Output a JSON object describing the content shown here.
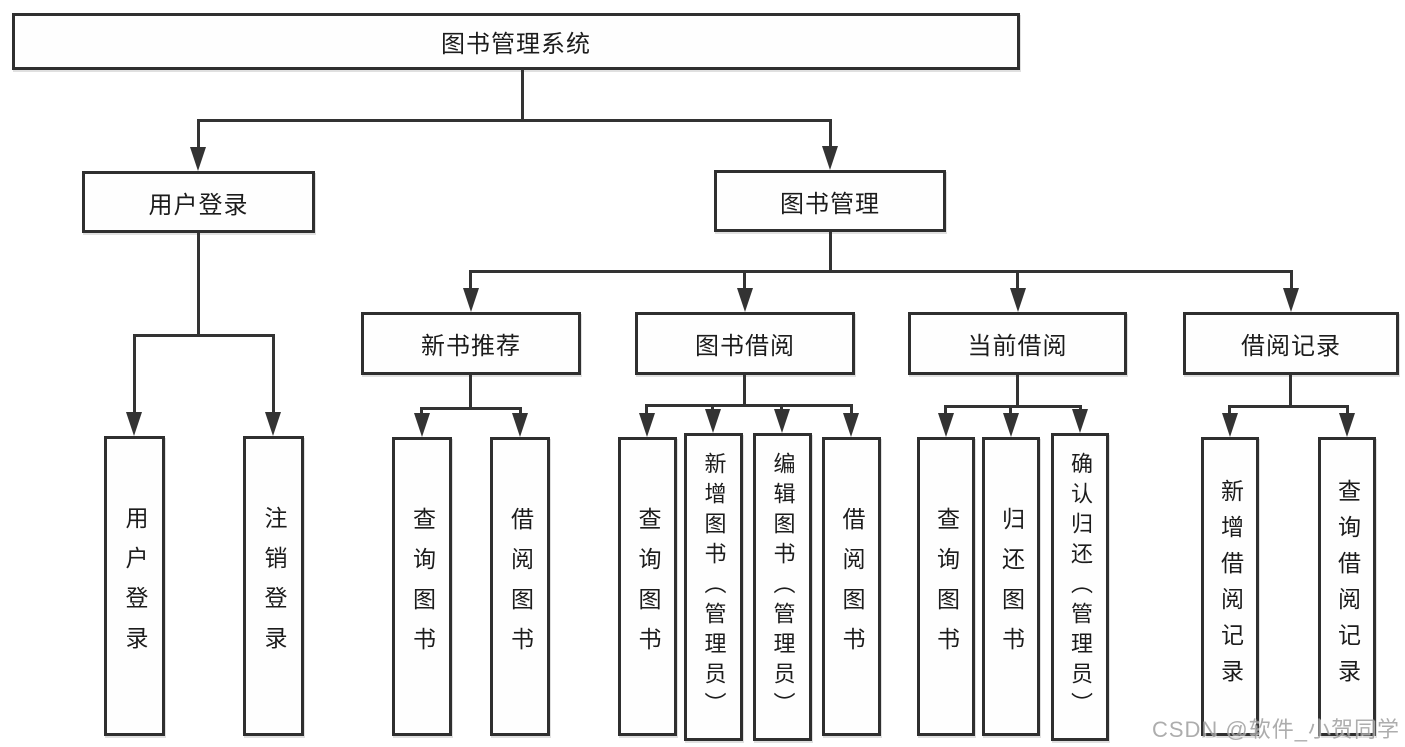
{
  "diagram": {
    "root": "图书管理系统",
    "level2": [
      "用户登录",
      "图书管理"
    ],
    "level3": [
      "新书推荐",
      "图书借阅",
      "当前借阅",
      "借阅记录"
    ],
    "leaves_user_login": [
      "用户登录",
      "注销登录"
    ],
    "leaves_new_books": [
      "查询图书",
      "借阅图书"
    ],
    "leaves_book_borrow": [
      "查询图书",
      "新增图书（管理员）",
      "编辑图书（管理员）",
      "借阅图书"
    ],
    "leaves_current_borrow": [
      "查询图书",
      "归还图书",
      "确认归还（管理员）"
    ],
    "leaves_borrow_records": [
      "新增借阅记录",
      "查询借阅记录"
    ]
  },
  "watermark": "CSDN @软件_小贺同学",
  "colors": {
    "line": "#333333",
    "box_border": "#2f2f2f",
    "text": "#1c1c1c",
    "background": "#ffffff",
    "watermark": "#9f9f9f"
  }
}
